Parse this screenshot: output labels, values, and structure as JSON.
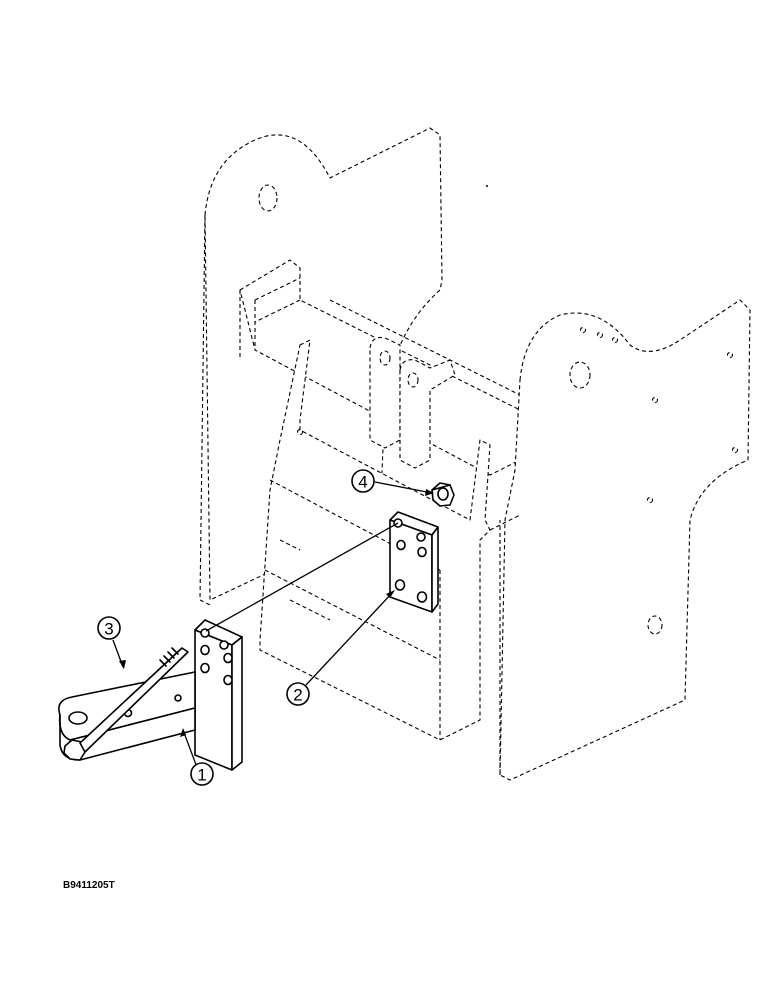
{
  "figure_code": "B9411205T",
  "callouts": [
    {
      "label": "1"
    },
    {
      "label": "2"
    },
    {
      "label": "3"
    },
    {
      "label": "4"
    }
  ]
}
